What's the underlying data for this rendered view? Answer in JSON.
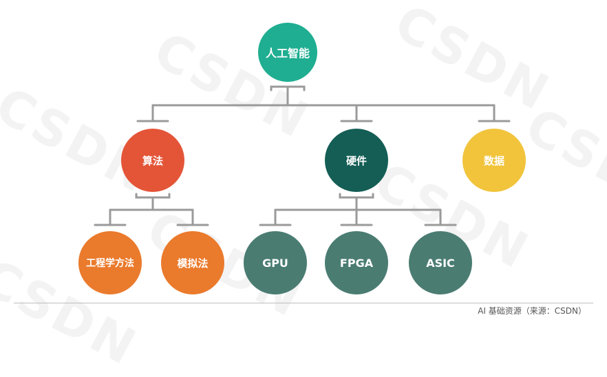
{
  "watermark": "CSDN",
  "caption": "AI 基础资源（来源：CSDN）",
  "nodes": {
    "root": {
      "label": "人工智能",
      "color": "#1fae91"
    },
    "algorithm": {
      "label": "算法",
      "color": "#e45538"
    },
    "hardware": {
      "label": "硬件",
      "color": "#145e55"
    },
    "data": {
      "label": "数据",
      "color": "#f1c43c"
    },
    "engineering": {
      "label": "工程学方法",
      "color": "#ea7a2c"
    },
    "simulation": {
      "label": "模拟法",
      "color": "#ea7a2c"
    },
    "gpu": {
      "label": "GPU",
      "color": "#4a7c72"
    },
    "fpga": {
      "label": "FPGA",
      "color": "#4a7c72"
    },
    "asic": {
      "label": "ASIC",
      "color": "#4a7c72"
    }
  }
}
